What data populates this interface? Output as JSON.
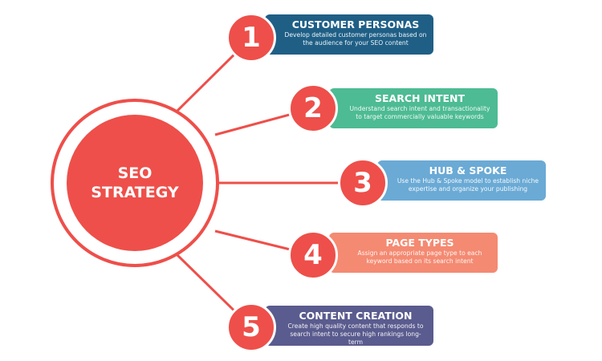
{
  "center": {
    "line1": "SEO",
    "line2": "STRATEGY"
  },
  "colors": {
    "red": "#ee4f4a"
  },
  "steps": [
    {
      "number": "1",
      "title": "CUSTOMER PERSONAS",
      "description": "Develop detailed customer personas based on the audience for your SEO content",
      "color": "#1f5f86"
    },
    {
      "number": "2",
      "title": "SEARCH INTENT",
      "description": "Understand search intent and transactionality to target commercially valuable keywords",
      "color": "#4dbb93"
    },
    {
      "number": "3",
      "title": "HUB & SPOKE",
      "description": "Use the Hub & Spoke model to establish niche expertise and organize your publishing",
      "color": "#6aaad5"
    },
    {
      "number": "4",
      "title": "PAGE TYPES",
      "description": "Assign an appropriate page type to each keyword based on its search intent",
      "color": "#f48a72"
    },
    {
      "number": "5",
      "title": "CONTENT CREATION",
      "description": "Create high quality content that responds to search intent to secure high rankings long-term",
      "color": "#5a5b8e"
    }
  ]
}
